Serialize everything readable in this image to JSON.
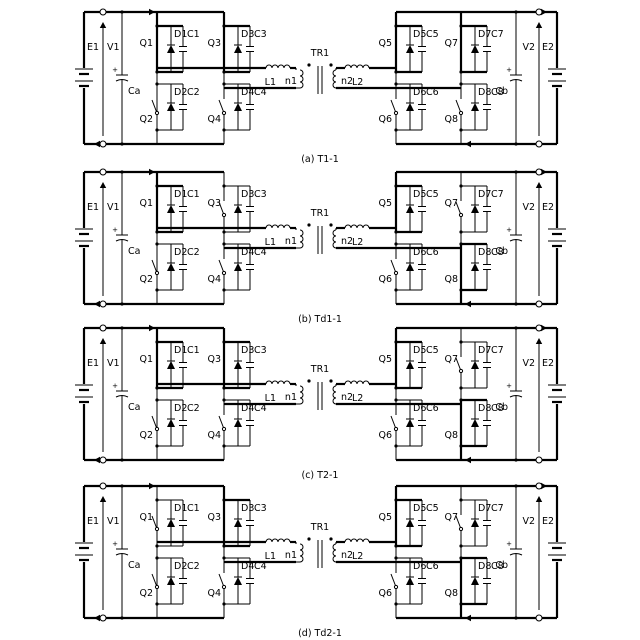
{
  "panels": [
    {
      "caption": "(a) T1-1",
      "on": [
        "Q1",
        "Q3",
        "Q5",
        "Q7"
      ]
    },
    {
      "caption": "(b) Td1-1",
      "on": [
        "Q1",
        "Q5",
        "Q8"
      ]
    },
    {
      "caption": "(c) T2-1",
      "on": [
        "Q1",
        "Q3",
        "Q5",
        "Q8"
      ]
    },
    {
      "caption": "(d) Td2-1",
      "on": [
        "Q3",
        "Q5",
        "Q8"
      ]
    }
  ],
  "labels": {
    "E1": "E1",
    "V1": "V1",
    "Ca": "Ca",
    "E2": "E2",
    "V2": "V2",
    "Cb": "Cb",
    "TR1": "TR1",
    "L1": "L1",
    "L2": "L2",
    "n1": "n1",
    "n2": "n2",
    "switches": [
      "Q1",
      "Q2",
      "Q3",
      "Q4",
      "Q5",
      "Q6",
      "Q7",
      "Q8"
    ],
    "diodes": [
      "D1",
      "D2",
      "D3",
      "D4",
      "D5",
      "D6",
      "D7",
      "D8"
    ],
    "caps": [
      "C1",
      "C2",
      "C3",
      "C4",
      "C5",
      "C6",
      "C7",
      "C8"
    ]
  }
}
